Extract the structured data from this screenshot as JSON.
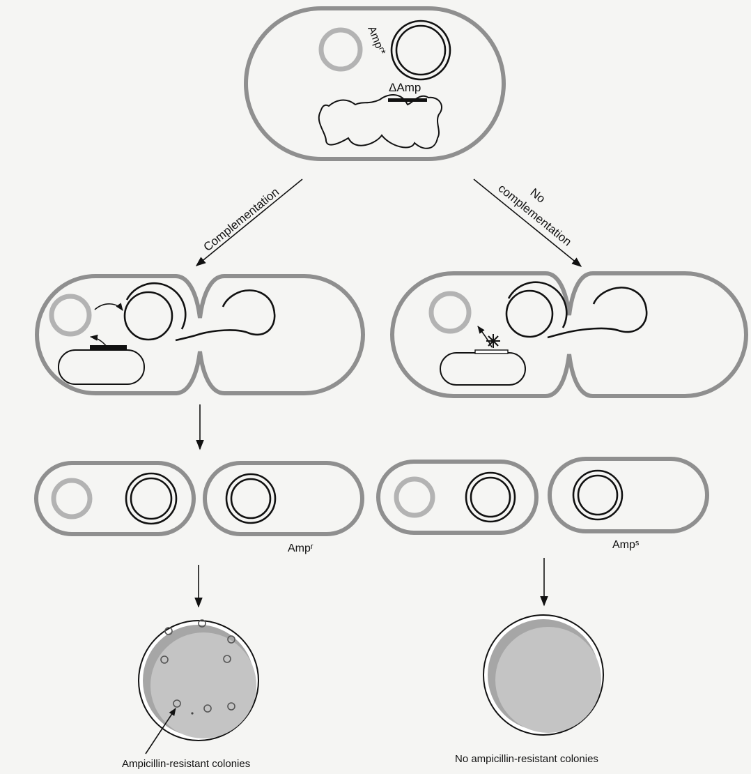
{
  "labels": {
    "delta_amp": "ΔAmp",
    "amp_r_star": "Ampʳ*",
    "complementation": "Complementation",
    "no_complementation_line1": "No",
    "no_complementation_line2": "complementation",
    "amp_r": "Ampʳ",
    "amp_s": "Ampˢ",
    "resistant_colonies": "Ampicillin-resistant colonies",
    "no_resistant_colonies": "No ampicillin-resistant colonies"
  },
  "colors": {
    "cell_wall": "#8f8f8f",
    "plasmid": "#b3b3b3",
    "plate_fill": "#c4c4c4",
    "plate_rim": "#a6a6a6",
    "ink": "#111111",
    "background": "#f5f5f3"
  },
  "icons": {
    "blocked_transfer": "asterisk-icon"
  }
}
